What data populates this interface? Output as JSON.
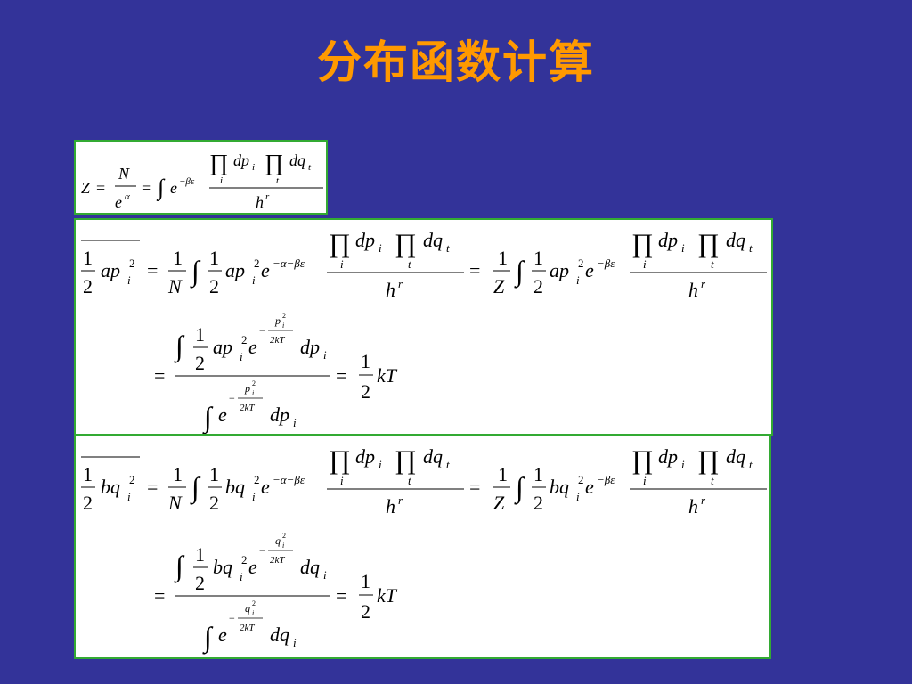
{
  "slide": {
    "title": "分布函数计算"
  },
  "eq1": {
    "Z": "Z",
    "eq": "=",
    "N": "N",
    "e": "e",
    "alpha": "α",
    "eq2": "=",
    "int": "∫",
    "e2": "e",
    "exp": "−βε",
    "prod1": "∏",
    "dp": "dp",
    "i": "i",
    "prod2": "∏",
    "dq": "dq",
    "t": "t",
    "sub_i": "i",
    "sub_t": "t",
    "h": "h",
    "r": "r"
  },
  "eq2": {
    "one": "1",
    "two": "2",
    "ap": "ap",
    "sup2": "2",
    "sub_i": "i",
    "eq1": "=",
    "one_b": "1",
    "N": "N",
    "int": "∫",
    "one_c": "1",
    "two_c": "2",
    "ap_c": "ap",
    "e_c": "e",
    "exp_c": "−α−βε",
    "prod": "∏",
    "dp": "dp",
    "dq": "dq",
    "t": "t",
    "h": "h",
    "r": "r",
    "eq2": "=",
    "one_d": "1",
    "Z": "Z",
    "exp_d": "−βε",
    "eq3": "=",
    "int2": "∫",
    "exp_num": "−",
    "p": "p",
    "twokT": "2kT",
    "eq4": "=",
    "kT": "kT"
  },
  "eq3": {
    "bq": "bq",
    "q": "q",
    "dq": "dq"
  }
}
